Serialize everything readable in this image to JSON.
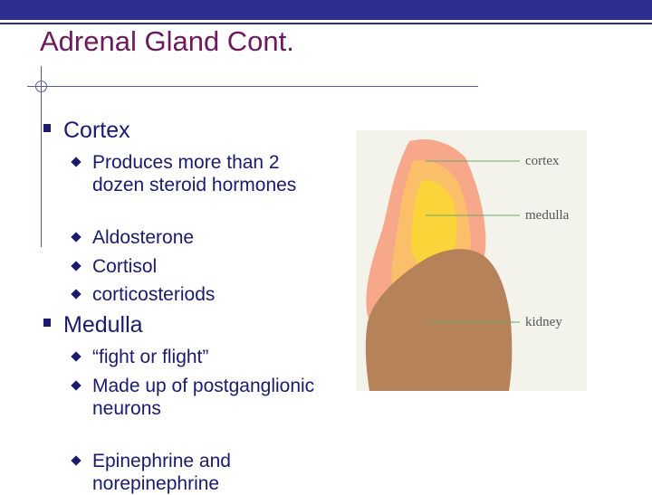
{
  "slide": {
    "title": "Adrenal Gland Cont."
  },
  "bullets": [
    {
      "label": "Cortex",
      "subitems": [
        "Produces more than 2 dozen steroid hormones",
        "Aldosterone",
        "Cortisol",
        "corticosteriods"
      ]
    },
    {
      "label": "Medulla",
      "subitems": [
        "“fight or flight”",
        "Made up of postganglionic neurons",
        "Epinephrine and norepinephrine"
      ]
    }
  ],
  "figure": {
    "labels": [
      "cortex",
      "medulla",
      "kidney"
    ]
  },
  "colors": {
    "title": "#6b1a5c",
    "text": "#1a1a6e",
    "accent_bar": "#2e2e8f",
    "cortex": "#f7a88a",
    "medulla": "#fbd43a",
    "kidney": "#b5825a"
  }
}
